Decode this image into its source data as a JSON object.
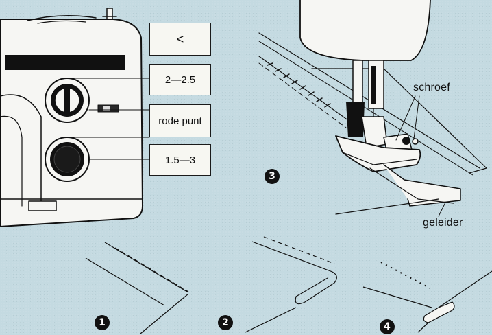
{
  "settings": {
    "stitch_symbol": "<",
    "stitch_length": "2—2.5",
    "marker": "rode punt",
    "width": "1.5—3"
  },
  "parts": {
    "screw": "schroef",
    "guide": "geleider"
  },
  "steps": {
    "one": "1",
    "two": "2",
    "three": "3",
    "four": "4"
  }
}
